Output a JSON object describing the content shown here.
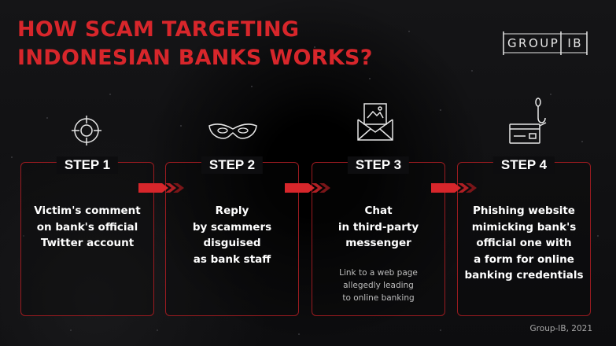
{
  "title": {
    "line1": "HOW SCAM TARGETING",
    "line2": "INDONESIAN BANKS WORKS?"
  },
  "logo": {
    "left": "GROUP",
    "right": "IB"
  },
  "colors": {
    "accent": "#d7262b",
    "card_border": "#9b1b20",
    "background": "#0d0d0f"
  },
  "steps": [
    {
      "label": "STEP 1",
      "icon": "crosshair-icon",
      "text": [
        "Victim's comment",
        "on bank's official",
        "Twitter account"
      ]
    },
    {
      "label": "STEP 2",
      "icon": "mask-icon",
      "text": [
        "Reply",
        "by scammers",
        "disguised",
        "as bank staff"
      ]
    },
    {
      "label": "STEP 3",
      "icon": "envelope-icon",
      "text": [
        "Chat",
        "in third-party",
        "messenger"
      ],
      "note": [
        "Link to a web page",
        "allegedly leading",
        "to online banking"
      ]
    },
    {
      "label": "STEP 4",
      "icon": "fishing-hook-card-icon",
      "text": [
        "Phishing website",
        "mimicking bank's",
        "official one with",
        "a form for online",
        "banking credentials"
      ]
    }
  ],
  "credit": "Group-IB, 2021"
}
